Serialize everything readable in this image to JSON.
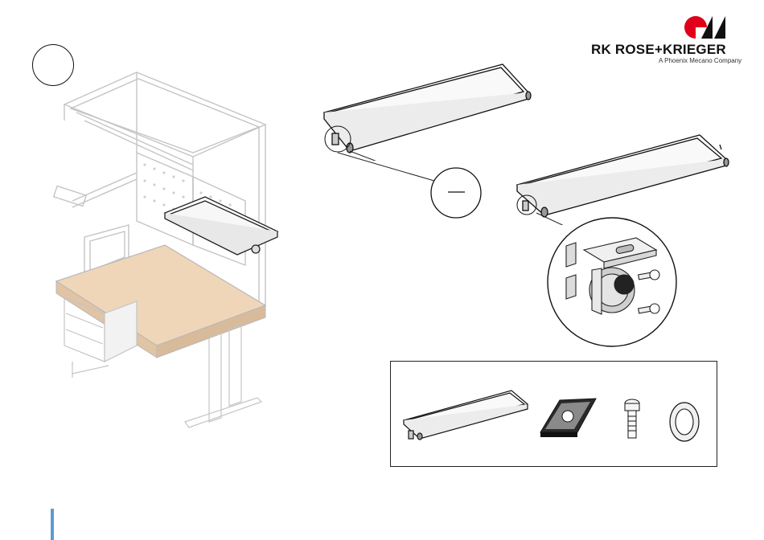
{
  "logo": {
    "brand_name": "RK ROSE+KRIEGER",
    "tagline": "A Phoenix Mecano Company",
    "brand_color": "#e0001a"
  },
  "colors": {
    "accent_bar": "#5b9bd5",
    "worktop": "#f0d6b8",
    "frame_ghost": "#c8c8c8",
    "line": "#222222"
  },
  "icons": [
    "rk-logo-icon",
    "workbench-illustration",
    "shelf-illustration",
    "shelf-mounted-illustration",
    "bracket-detail-illustration",
    "shelf-part-icon",
    "clamp-bracket-part-icon",
    "screw-part-icon",
    "washer-part-icon"
  ]
}
